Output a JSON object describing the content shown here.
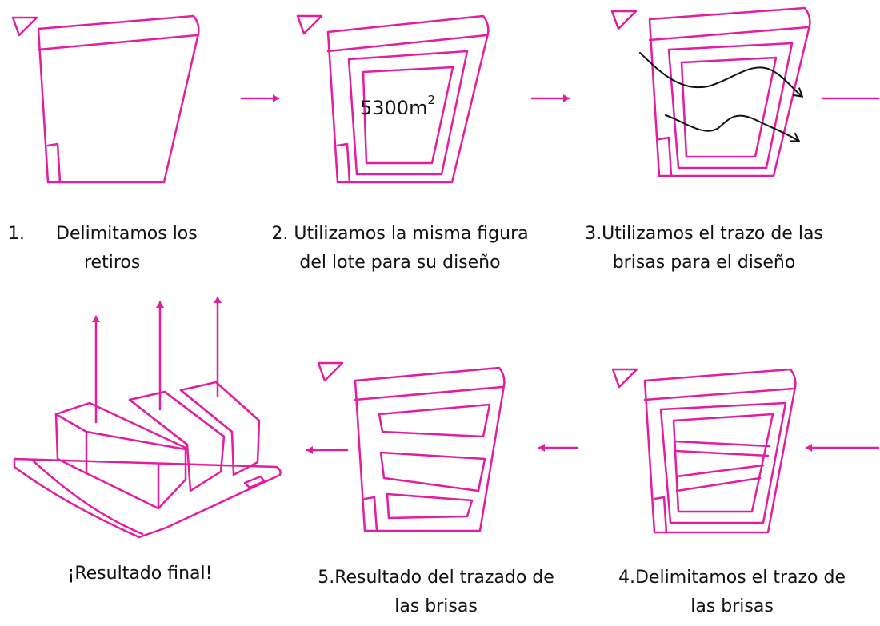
{
  "colors": {
    "accent": "#e31ca0",
    "stroke": "#111111"
  },
  "steps": [
    {
      "number": "1.",
      "line1": "Delimitamos  los",
      "line2": "retiros"
    },
    {
      "line1": "2. Utilizamos la misma figura",
      "line2": "del lote para su diseño"
    },
    {
      "line1": "3.Utilizamos el trazo de las",
      "line2": "brisas para el diseño"
    },
    {
      "line1": "4.Delimitamos el trazo de",
      "line2": "las brisas"
    },
    {
      "line1": "5.Resultado del trazado de",
      "line2": "las brisas"
    },
    {
      "line1": "¡Resultado final!"
    }
  ],
  "area_label": {
    "value": "5300m",
    "exponent": "2"
  },
  "icons": [
    "north-arrow-icon",
    "flow-arrow-icon",
    "breeze-arrow-icon"
  ]
}
